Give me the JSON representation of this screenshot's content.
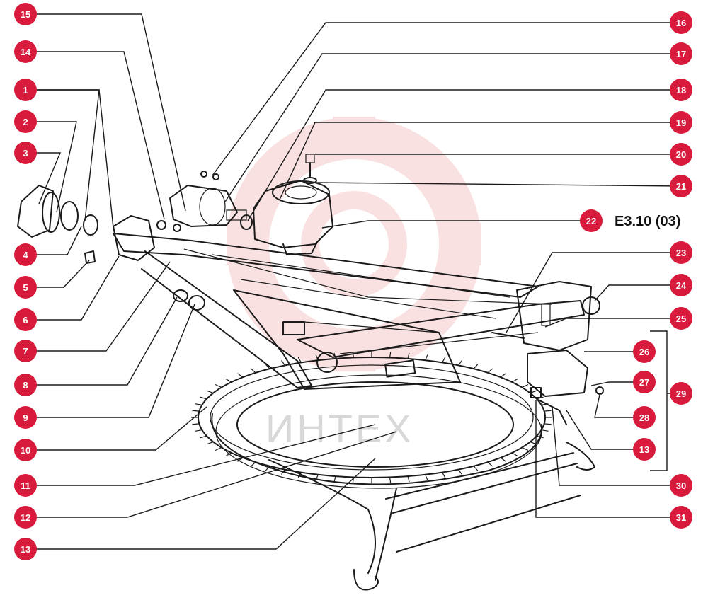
{
  "diagram": {
    "reference_code": "E3.10 (03)",
    "watermark_text": "ИНТЕХ",
    "colors": {
      "badge": "#d81b3c",
      "badge_text": "#ffffff",
      "ink": "#1a1a1a",
      "watermark": "#f7c9c9"
    },
    "left_callouts": [
      "15",
      "14",
      "1",
      "2",
      "3",
      "4",
      "5",
      "6",
      "7",
      "8",
      "9",
      "10",
      "11",
      "12",
      "13"
    ],
    "right_callouts": [
      "16",
      "17",
      "18",
      "19",
      "20",
      "21",
      "22",
      "23",
      "24",
      "25",
      "26",
      "27",
      "28",
      "13",
      "30",
      "31"
    ],
    "group_callout": "29"
  }
}
